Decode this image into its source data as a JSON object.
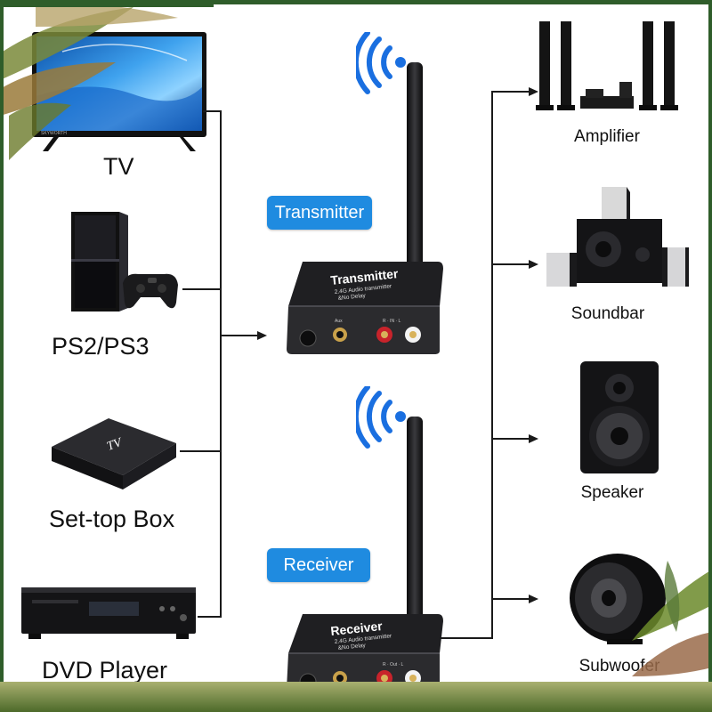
{
  "sources": {
    "tv": {
      "label": "TV",
      "brand": "SKYWORTH"
    },
    "console": {
      "label": "PS2/PS3"
    },
    "settop": {
      "label": "Set-top Box"
    },
    "dvd": {
      "label": "DVD Player"
    }
  },
  "devices": {
    "transmitter": {
      "tag": "Transmitter",
      "body_title": "Transmitter",
      "body_sub1": "2.4G Audio transmitter",
      "body_sub2": "&No Delay",
      "port_aux": "Aux",
      "port_in": "R · IN · L"
    },
    "receiver": {
      "tag": "Receiver",
      "body_title": "Receiver",
      "body_sub1": "2.4G Audio transmitter",
      "body_sub2": "&No Delay",
      "port_out": "R · Out · L"
    }
  },
  "outputs": {
    "amplifier": {
      "label": "Amplifier"
    },
    "soundbar": {
      "label": "Soundbar"
    },
    "speaker": {
      "label": "Speaker"
    },
    "subwoofer": {
      "label": "Subwoofer"
    }
  },
  "colors": {
    "accent": "#1f8be0",
    "wifi": "#1a6fe0",
    "frame": "#2f5d2a",
    "device": "#2a2a2a"
  },
  "icons": [
    "wifi-icon",
    "leaf-decoration"
  ]
}
